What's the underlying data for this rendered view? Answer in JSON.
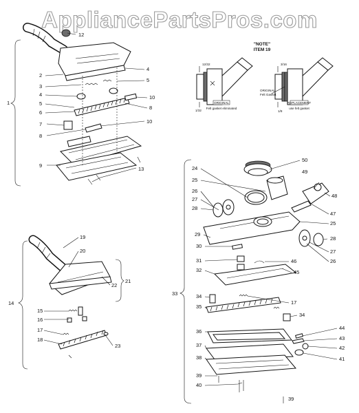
{
  "watermark": "AppliancePartsPros.com",
  "note": {
    "title": "\"NOTE\"",
    "item": "ITEM 19",
    "left_dim_top": "12/32",
    "left_dim_bottom": "1/32",
    "left_tag": "ORIGINAL",
    "left_caption": "Felt gasket eliminated",
    "right_dim_top": "3/16",
    "right_dim_bottom": "1/8",
    "right_tag_side": "ORIGINAL",
    "right_side_caption": "Felt Gasket",
    "right_tag": "REPLACEMENT",
    "right_caption": "use felt gasket"
  },
  "callouts": {
    "top": [
      "12",
      "2",
      "3",
      "4",
      "5",
      "6",
      "7",
      "8",
      "9",
      "4",
      "5",
      "10",
      "8",
      "10",
      "13",
      "1"
    ],
    "bottom_left": [
      "19",
      "20",
      "21",
      "22",
      "14",
      "15",
      "16",
      "17",
      "18",
      "23"
    ],
    "right": [
      "50",
      "24",
      "49",
      "25",
      "26",
      "48",
      "27",
      "28",
      "47",
      "25",
      "29",
      "28",
      "30",
      "27",
      "26",
      "31",
      "46",
      "32",
      "45",
      "33",
      "34",
      "17",
      "35",
      "34",
      "36",
      "44",
      "43",
      "37",
      "42",
      "38",
      "41",
      "39",
      "40",
      "39"
    ]
  }
}
